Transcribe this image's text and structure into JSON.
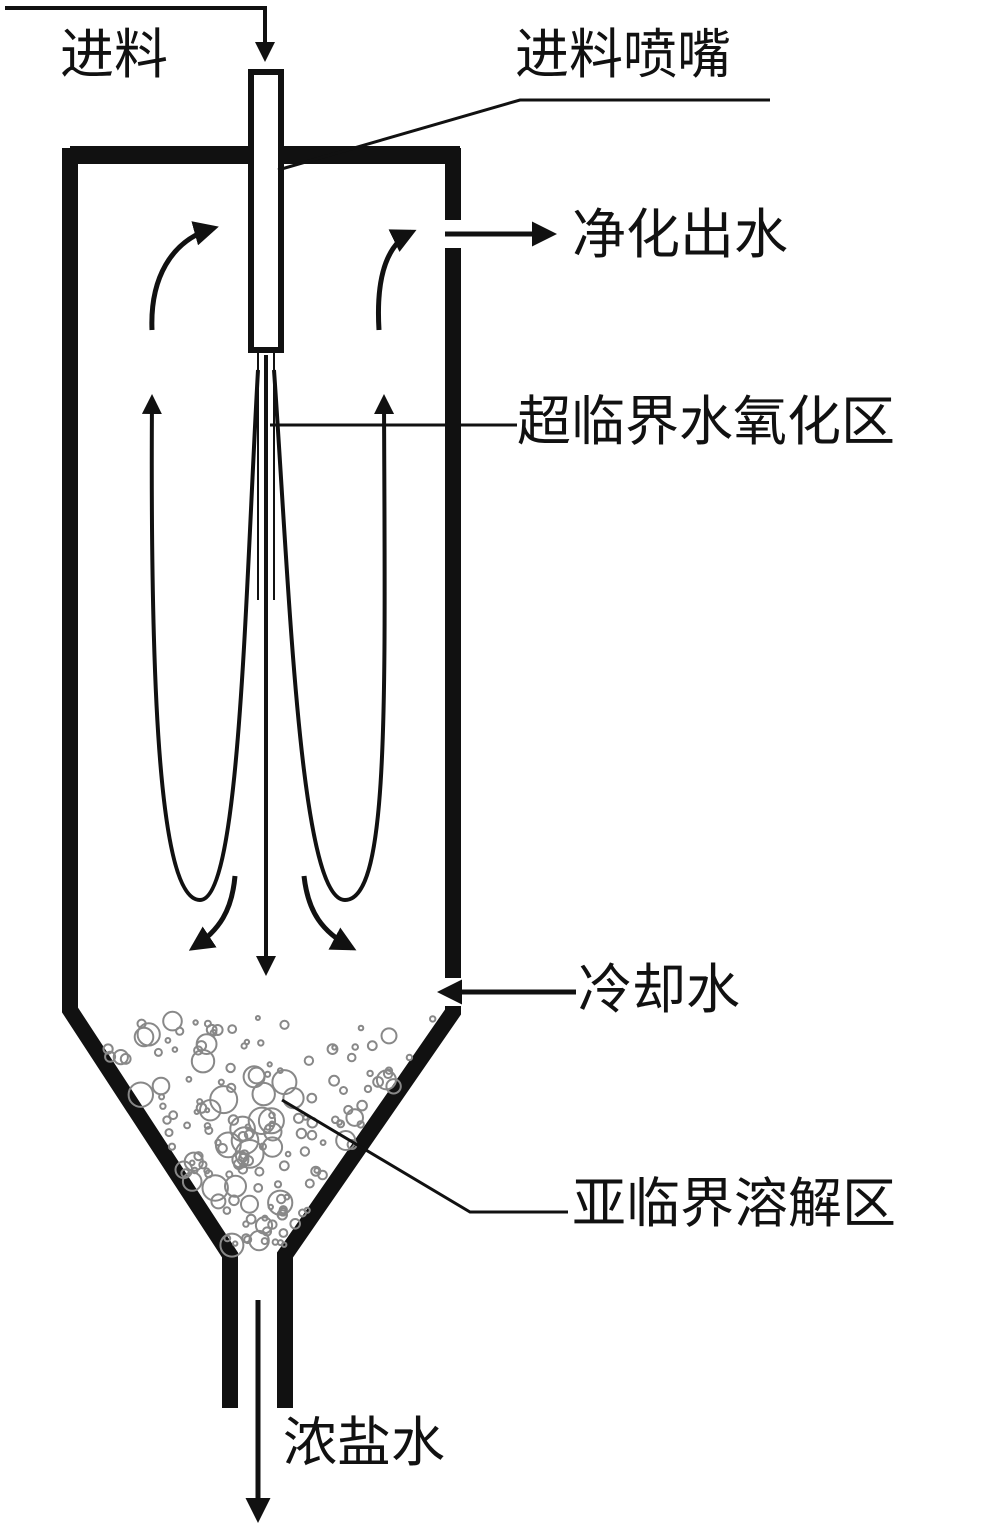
{
  "labels": {
    "feed": "进料",
    "nozzle": "进料喷嘴",
    "purified_outlet": "净化出水",
    "scwo_zone": "超临界水氧化区",
    "cooling_water": "冷却水",
    "subcritical_zone": "亚临界溶解区",
    "brine": "浓盐水"
  },
  "colors": {
    "ink": "#111111",
    "background": "#ffffff",
    "particles": "#888888"
  }
}
